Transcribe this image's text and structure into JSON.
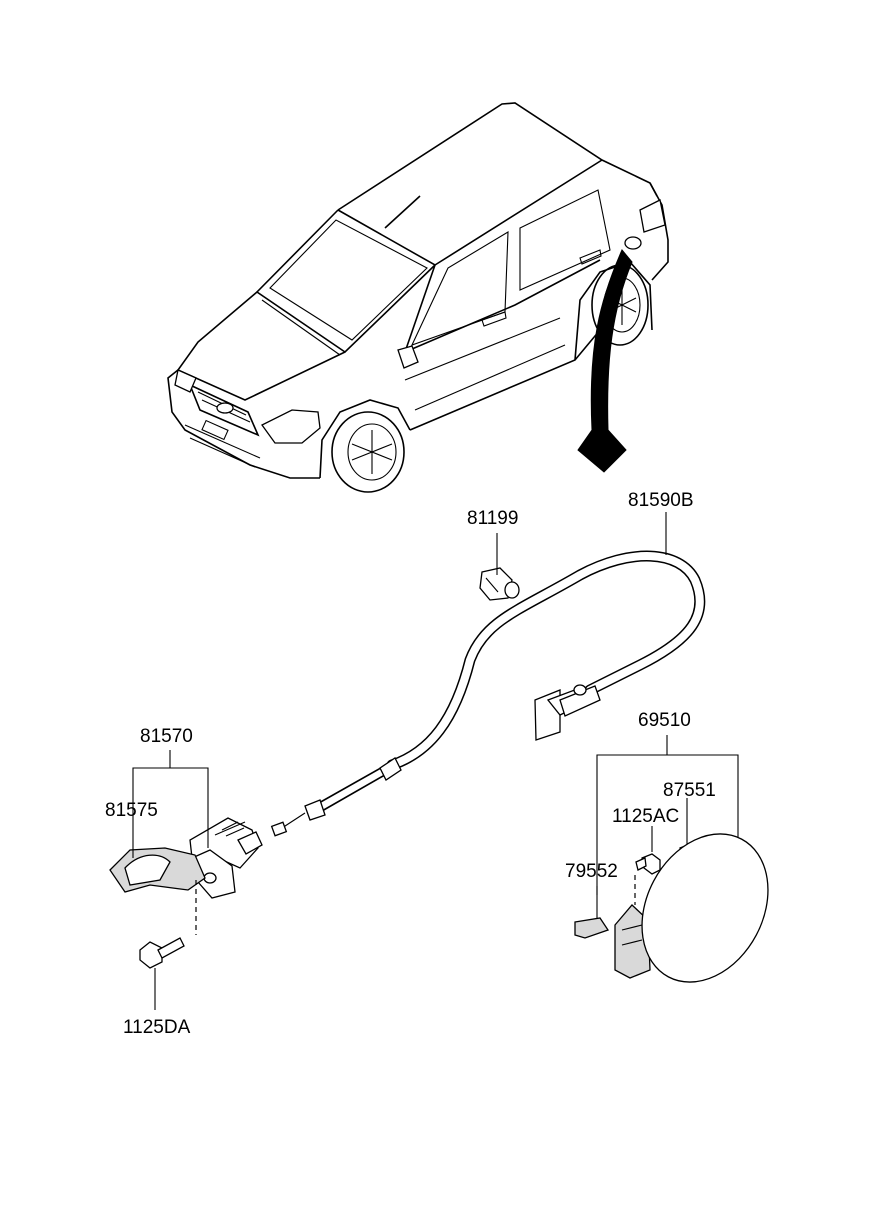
{
  "diagram": {
    "parts": [
      {
        "key": "p81590B",
        "label": "81590B"
      },
      {
        "key": "p81199",
        "label": "81199"
      },
      {
        "key": "p81570",
        "label": "81570"
      },
      {
        "key": "p81575",
        "label": "81575"
      },
      {
        "key": "p1125DA",
        "label": "1125DA"
      },
      {
        "key": "p69510",
        "label": "69510"
      },
      {
        "key": "p87551",
        "label": "87551"
      },
      {
        "key": "p1125AC",
        "label": "1125AC"
      },
      {
        "key": "p79552",
        "label": "79552"
      }
    ]
  }
}
